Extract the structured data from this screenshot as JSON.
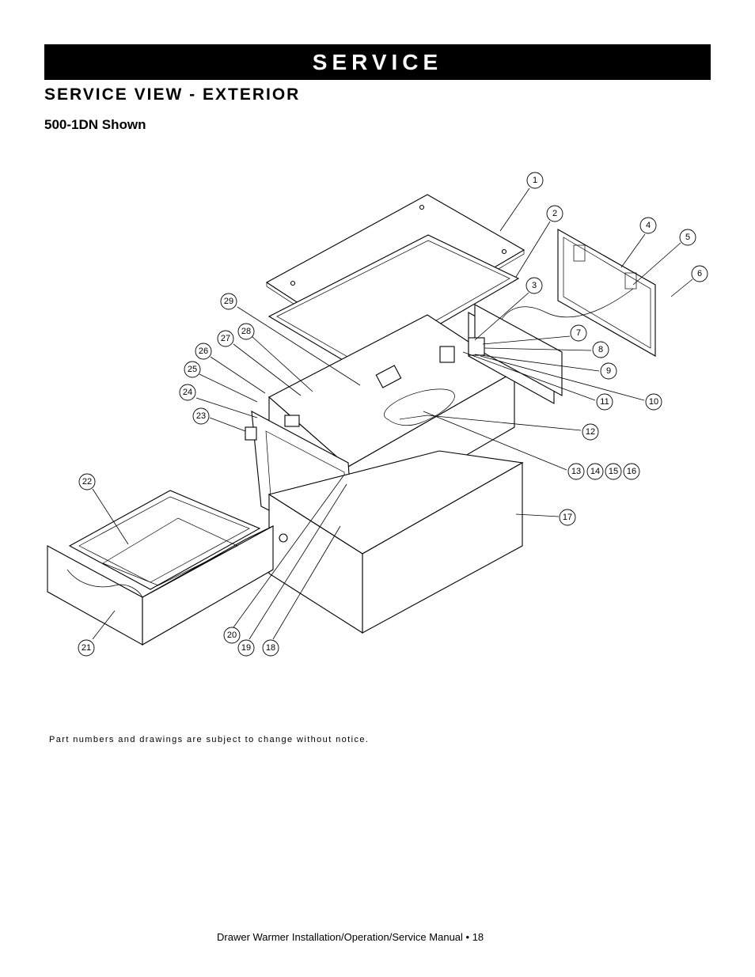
{
  "header": {
    "banner": "SERVICE",
    "section_title": "SERVICE VIEW - EXTERIOR",
    "subtitle": "500-1DN Shown"
  },
  "diagram": {
    "callouts": [
      {
        "id": "c1",
        "label": "1"
      },
      {
        "id": "c2",
        "label": "2"
      },
      {
        "id": "c3",
        "label": "3"
      },
      {
        "id": "c4",
        "label": "4"
      },
      {
        "id": "c5",
        "label": "5"
      },
      {
        "id": "c6",
        "label": "6"
      },
      {
        "id": "c7",
        "label": "7"
      },
      {
        "id": "c8",
        "label": "8"
      },
      {
        "id": "c9",
        "label": "9"
      },
      {
        "id": "c10",
        "label": "10"
      },
      {
        "id": "c11",
        "label": "11"
      },
      {
        "id": "c12",
        "label": "12"
      },
      {
        "id": "c13",
        "label": "13"
      },
      {
        "id": "c14",
        "label": "14"
      },
      {
        "id": "c15",
        "label": "15"
      },
      {
        "id": "c16",
        "label": "16"
      },
      {
        "id": "c17",
        "label": "17"
      },
      {
        "id": "c18",
        "label": "18"
      },
      {
        "id": "c19",
        "label": "19"
      },
      {
        "id": "c20",
        "label": "20"
      },
      {
        "id": "c21",
        "label": "21"
      },
      {
        "id": "c22",
        "label": "22"
      },
      {
        "id": "c23",
        "label": "23"
      },
      {
        "id": "c24",
        "label": "24"
      },
      {
        "id": "c25",
        "label": "25"
      },
      {
        "id": "c26",
        "label": "26"
      },
      {
        "id": "c27",
        "label": "27"
      },
      {
        "id": "c28",
        "label": "28"
      },
      {
        "id": "c29",
        "label": "29"
      }
    ]
  },
  "note": "Part numbers and drawings are subject to change without notice.",
  "footer": "Drawer Warmer Installation/Operation/Service Manual • 18"
}
